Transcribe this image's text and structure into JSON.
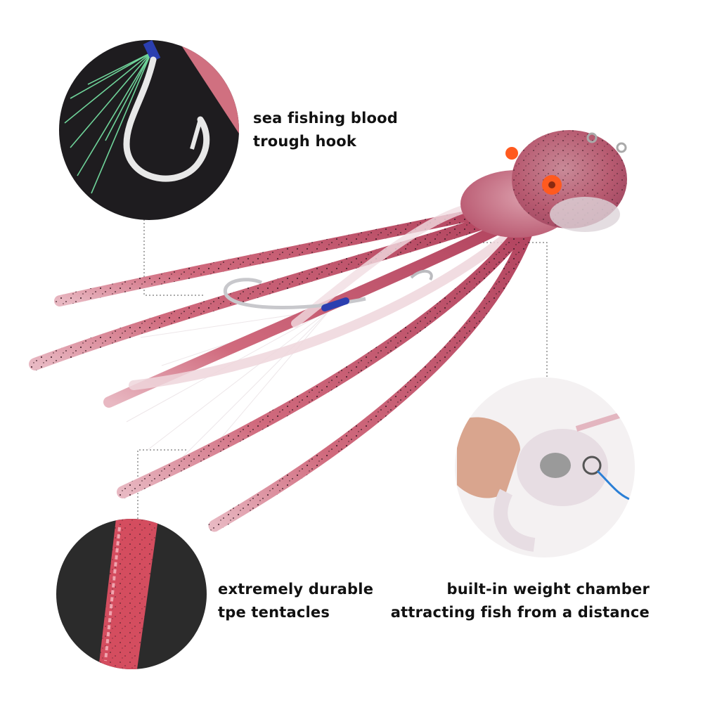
{
  "captions": {
    "hook": {
      "line1": "sea fishing blood",
      "line2": "trough hook"
    },
    "tentacles": {
      "line1": "extremely durable",
      "line2": "tpe tentacles"
    },
    "weight": {
      "line1": "built-in weight chamber",
      "line2": "attracting fish from a distance"
    }
  },
  "colors": {
    "lure_body": "#c9586b",
    "lure_tip": "#f3e6ea",
    "eye": "#ff5a1f",
    "hook_wrap": "#2b3fb0",
    "flash_fiber": "#5fd08a"
  }
}
